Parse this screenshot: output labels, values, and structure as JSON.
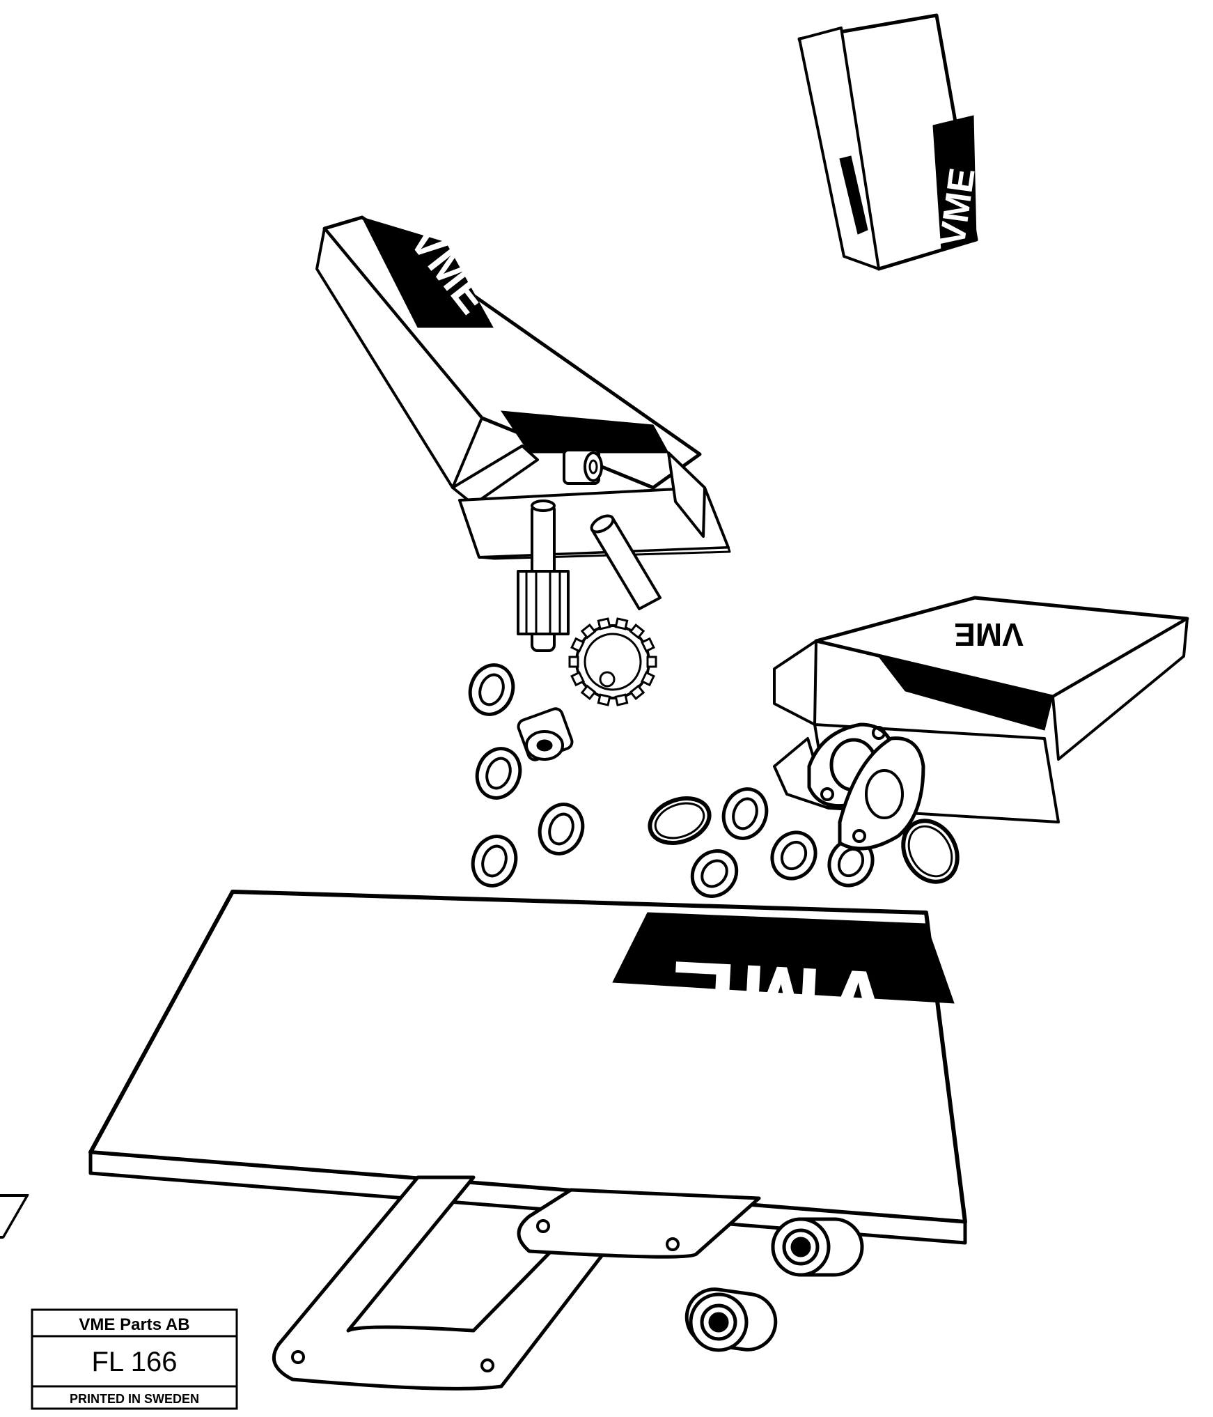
{
  "title_block": {
    "company": "VME Parts AB",
    "code": "FL 166",
    "footer": "PRINTED IN SWEDEN"
  },
  "logo_text": "VME",
  "colors": {
    "ink": "#000000",
    "paper": "#ffffff"
  }
}
